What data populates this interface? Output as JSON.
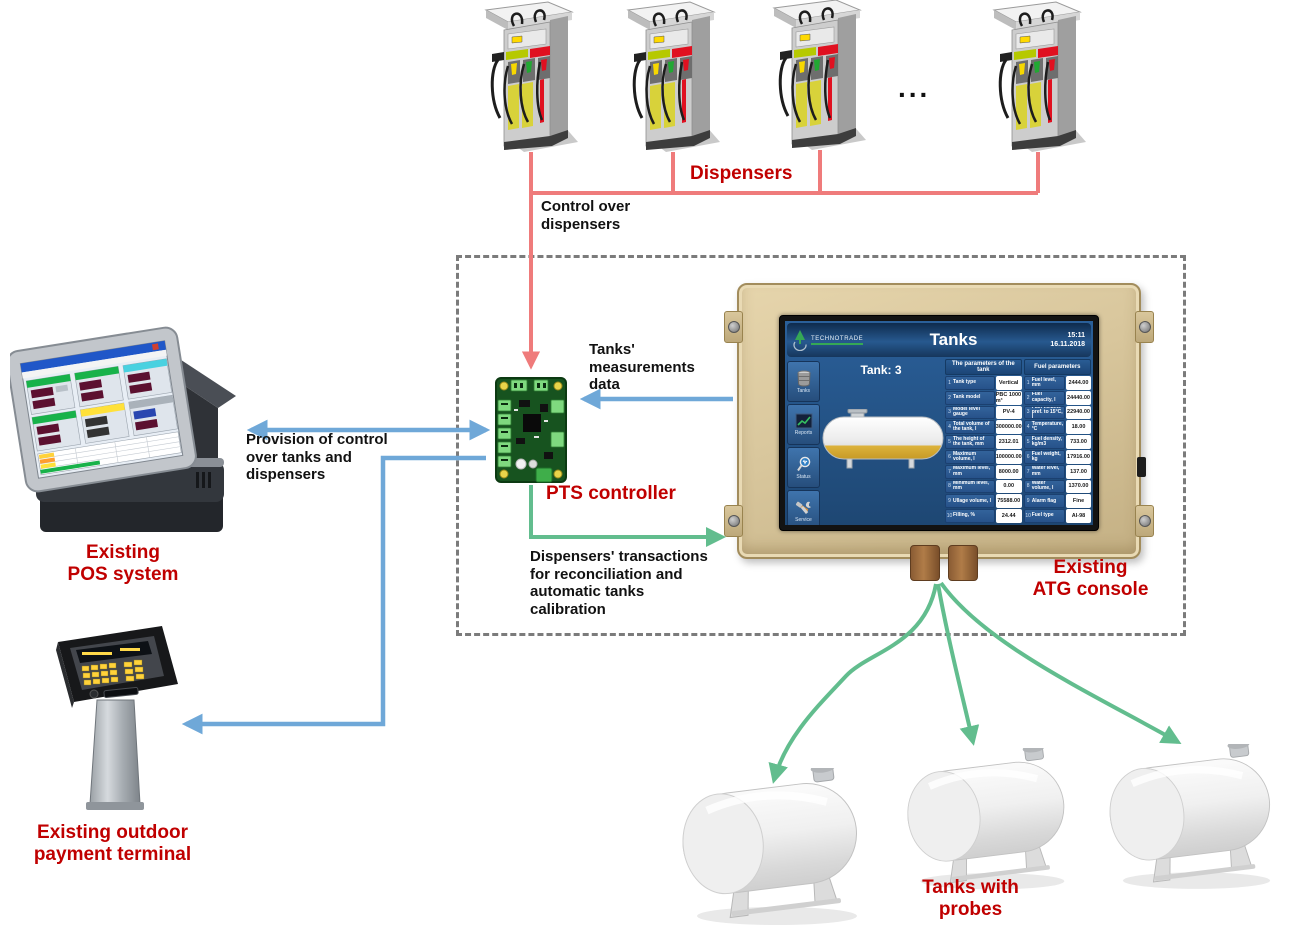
{
  "labels": {
    "dispensers": "Dispensers",
    "ellipsis": "...",
    "control_over_dispensers": "Control over\ndispensers",
    "tanks_measurements": "Tanks'\nmeasurements\ndata",
    "provision": "Provision of control\nover tanks and\ndispensers",
    "pts_controller": "PTS controller",
    "dispensers_transactions": "Dispensers' transactions\nfor reconciliation and\nautomatic tanks\ncalibration",
    "existing_atg": "Existing\nATG console",
    "existing_pos": "Existing\nPOS system",
    "existing_outdoor": "Existing outdoor\npayment terminal",
    "tanks_with_probes": "Tanks with\nprobes"
  },
  "colors": {
    "red_line": "#ef7b7b",
    "red_label": "#c00000",
    "blue_line": "#6fa8d8",
    "green_line": "#62bd8e"
  },
  "console_screen": {
    "logo_text": "TECHNOTRADE",
    "title": "Tanks",
    "time": "15:11",
    "date": "16.11.2018",
    "tank_label": "Tank: 3",
    "sidebar": [
      {
        "label": "Tanks"
      },
      {
        "label": "Reports"
      },
      {
        "label": "Status"
      },
      {
        "label": "Service"
      }
    ],
    "tank_params": {
      "header": "The parameters of the tank",
      "rows": [
        {
          "n": "1",
          "label": "Tank type",
          "value": "Vertical"
        },
        {
          "n": "2",
          "label": "Tank model",
          "value": "PBC 1000 m³"
        },
        {
          "n": "3",
          "label": "Model level gauge",
          "value": "PV-4"
        },
        {
          "n": "4",
          "label": "Total volume of the tank, l",
          "value": "300000.00"
        },
        {
          "n": "5",
          "label": "The height of the tank, mm",
          "value": "2312.01"
        },
        {
          "n": "6",
          "label": "Maximum volume, l",
          "value": "100000.00"
        },
        {
          "n": "7",
          "label": "Maximum level, mm",
          "value": "8000.00"
        },
        {
          "n": "8",
          "label": "Minimum level, mm",
          "value": "0.00"
        },
        {
          "n": "9",
          "label": "Ullage volume, l",
          "value": "75588.00"
        },
        {
          "n": "10",
          "label": "Filling, %",
          "value": "24.44"
        }
      ]
    },
    "fuel_params": {
      "header": "Fuel parameters",
      "rows": [
        {
          "n": "1",
          "label": "Fuel level, mm",
          "value": "2444.00"
        },
        {
          "n": "2",
          "label": "Fuel capacity, l",
          "value": "24440.00"
        },
        {
          "n": "3",
          "label": "Fuel volume pref. to 15°C, l",
          "value": "22940.00"
        },
        {
          "n": "4",
          "label": "Temperature, °C",
          "value": "18.00"
        },
        {
          "n": "5",
          "label": "Fuel density, kg/m3",
          "value": "733.00"
        },
        {
          "n": "6",
          "label": "Fuel weight, kg",
          "value": "17916.00"
        },
        {
          "n": "7",
          "label": "Water level, mm",
          "value": "137.00"
        },
        {
          "n": "8",
          "label": "Water volume, l",
          "value": "1370.00"
        },
        {
          "n": "9",
          "label": "Alarm flag",
          "value": "Fine"
        },
        {
          "n": "10",
          "label": "Fuel type",
          "value": "AI-98"
        }
      ]
    }
  }
}
